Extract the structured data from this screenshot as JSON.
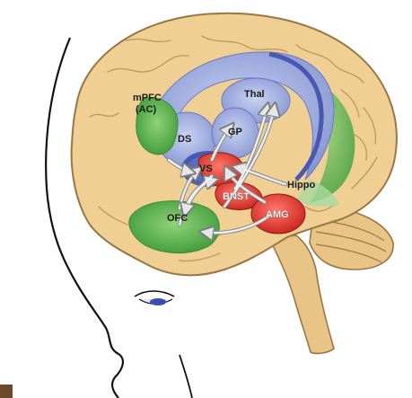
{
  "diagram": {
    "labels": {
      "mpfc_line1": "mPFC",
      "mpfc_line2": "(AC)",
      "ds": "DS",
      "gp": "GP",
      "thal": "Thal",
      "vs": "VS",
      "bnst": "BNST",
      "hippo": "Hippo",
      "ofc": "OFC",
      "amg": "AMG"
    },
    "colors": {
      "background": "#ffffff",
      "brain_fill": "#efcf94",
      "brain_outline": "#b08a55",
      "blue_region": "#9aaad8",
      "blue_dark": "#5a68b8",
      "green_region": "#5fae52",
      "red_region": "#e23a32",
      "arrow": "#d8d8d8",
      "arrow_stroke": "#8a8a8a",
      "face_line": "#111111",
      "wood_corner": "#6b4a2b"
    }
  }
}
